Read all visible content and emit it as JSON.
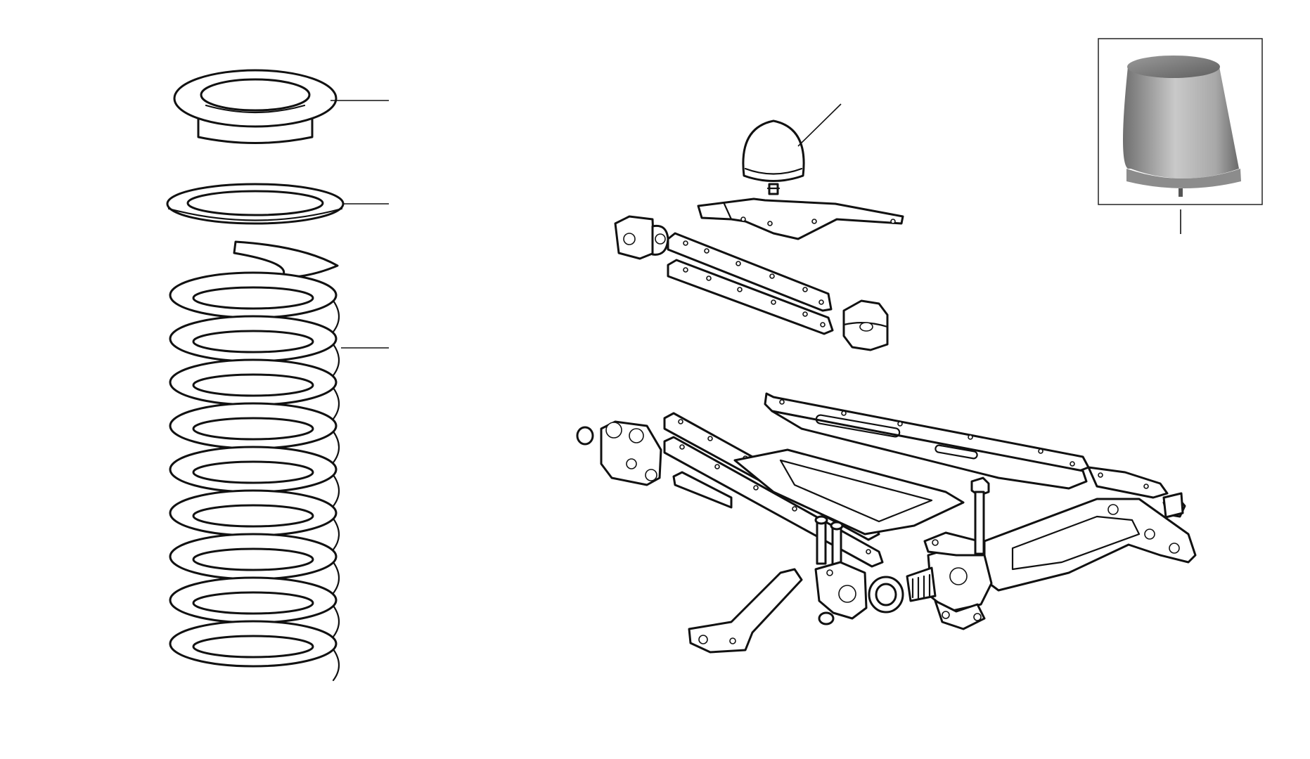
{
  "diagram": {
    "type": "exploded-parts-illustration",
    "components": [
      "spring-seat-cup",
      "spring-insulator-ring",
      "coil-spring",
      "bump-stop",
      "upper-arm-assembly",
      "lower-arm-assembly",
      "bump-stop-photo-inset"
    ],
    "colors": {
      "line": "#111111",
      "background": "#ffffff",
      "photo_dark": "#6f6f6f",
      "photo_light": "#c9c9c9"
    }
  }
}
